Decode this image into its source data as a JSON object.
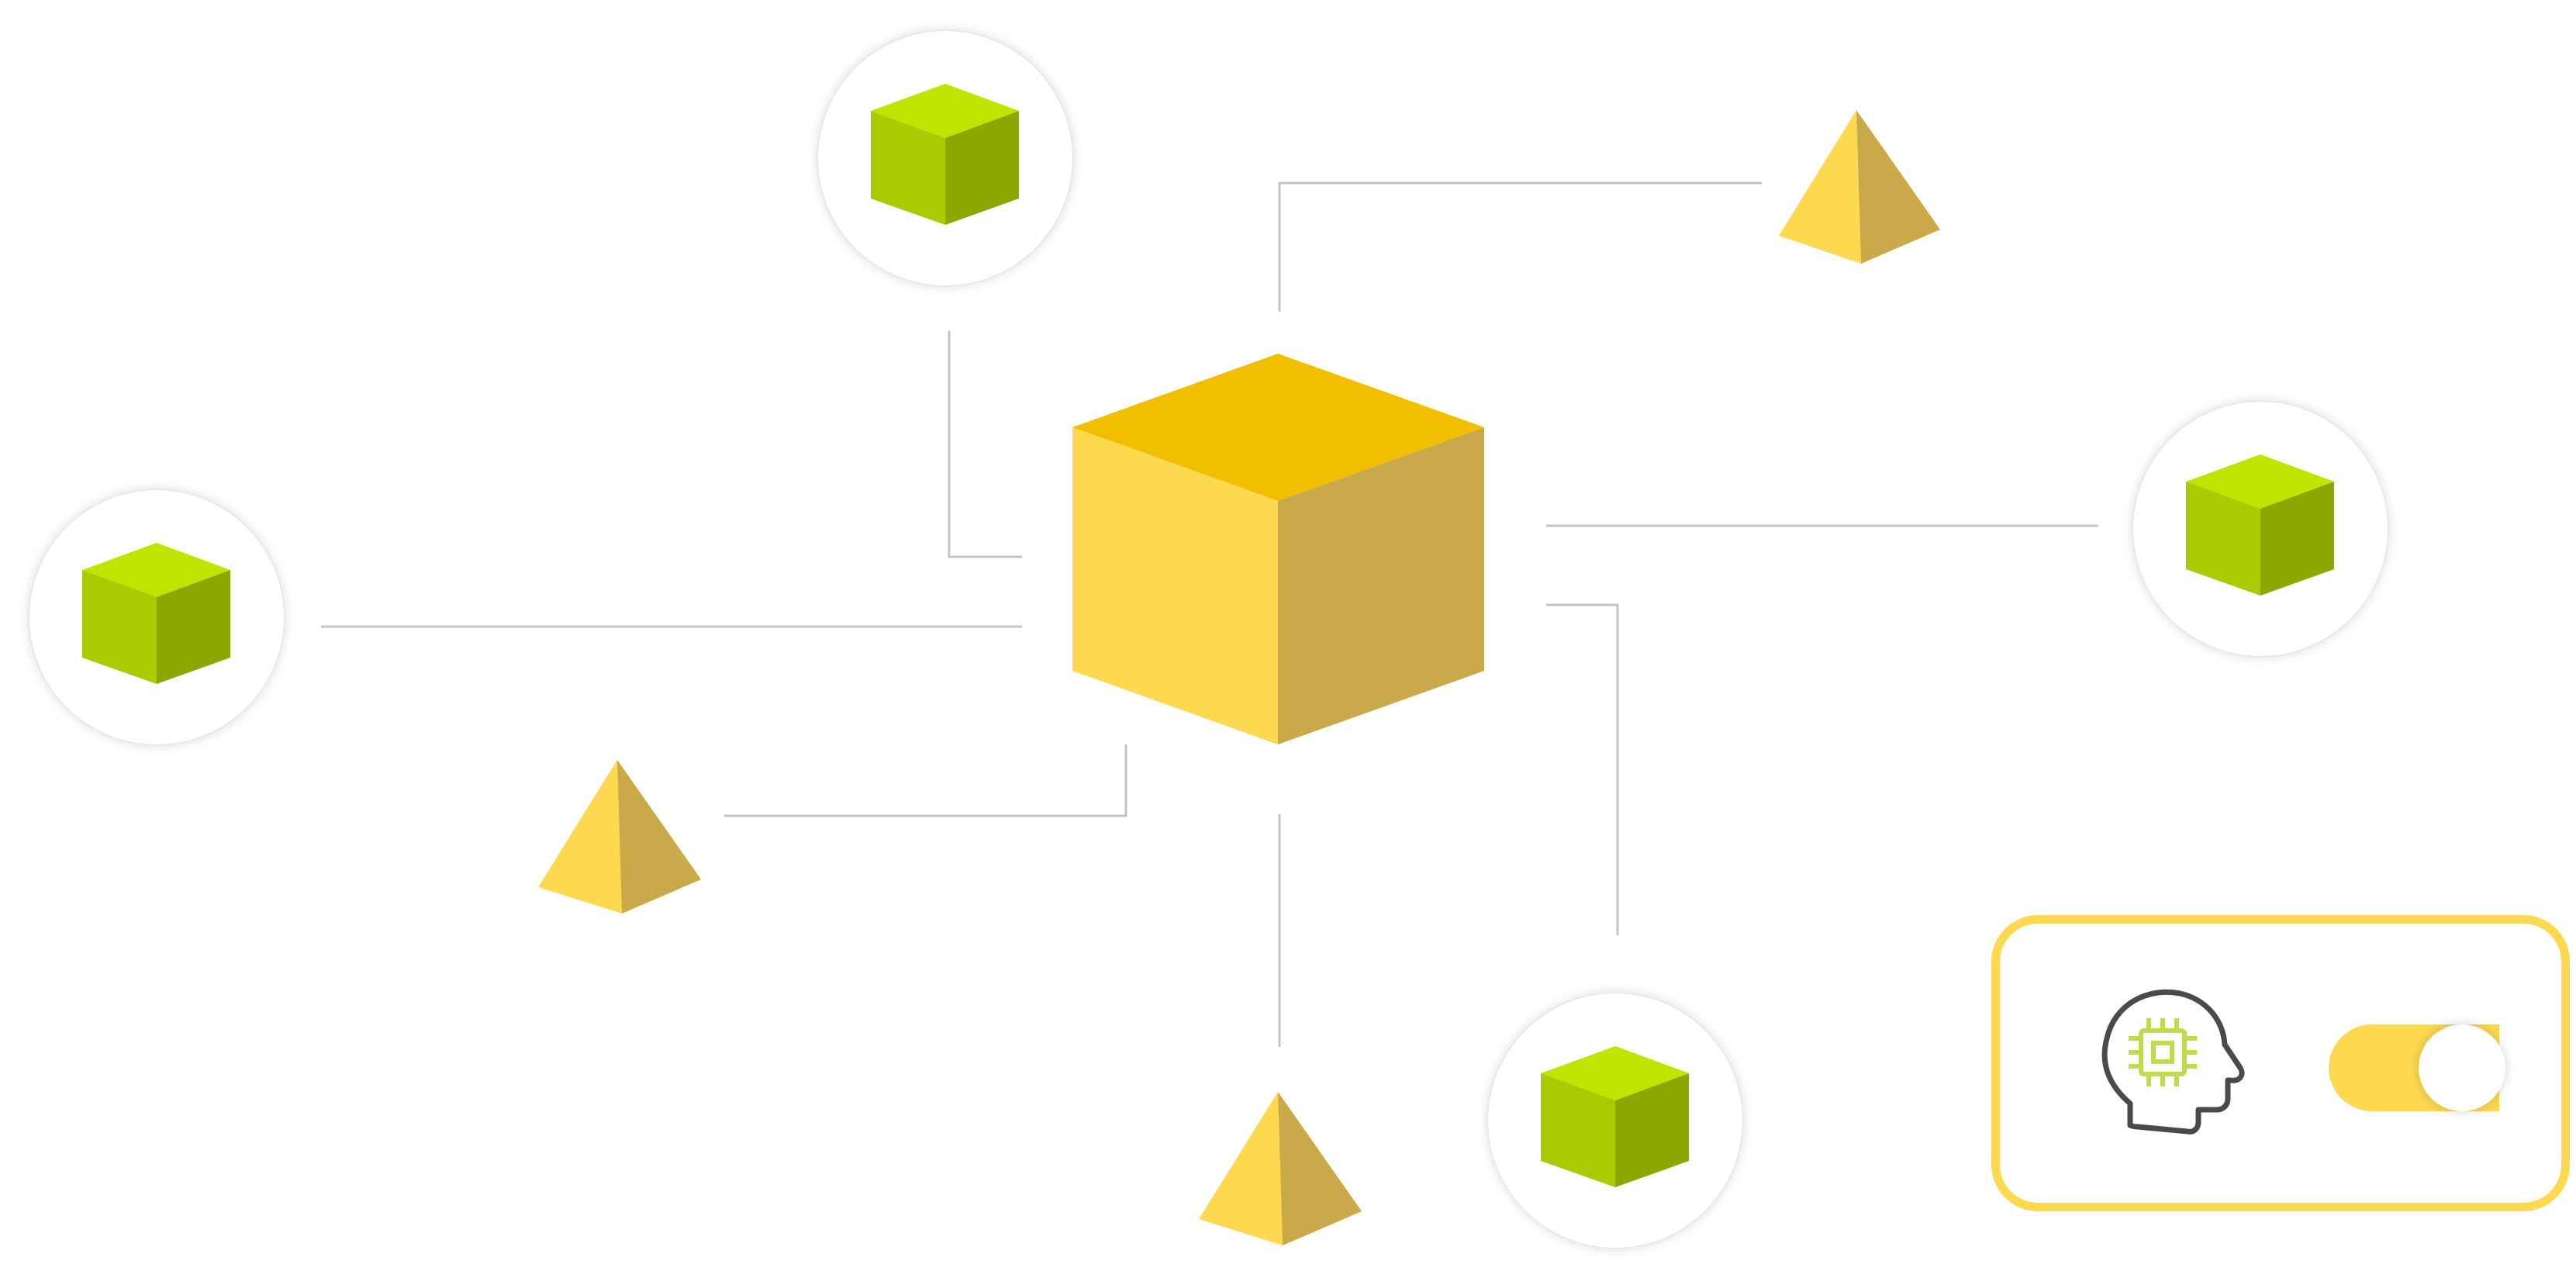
{
  "diagram": {
    "central_node": {
      "shape": "cube",
      "colors": {
        "top": "#f2bf00",
        "left": "#fcd94f",
        "right": "#c9a94a"
      }
    },
    "satellite_cubes": {
      "colors": {
        "top": "#bde500",
        "left": "#a8cc00",
        "right": "#8aa800"
      },
      "count": 4
    },
    "pyramids": {
      "colors": {
        "left": "#fcd94f",
        "right": "#c9a94a"
      },
      "count": 3
    },
    "connector_color": "#c4c4c4"
  },
  "card": {
    "border_color": "#fcd94f",
    "icon": "ai-head-chip-icon",
    "toggle": {
      "state": "on",
      "track_color": "#fcd94f"
    }
  }
}
